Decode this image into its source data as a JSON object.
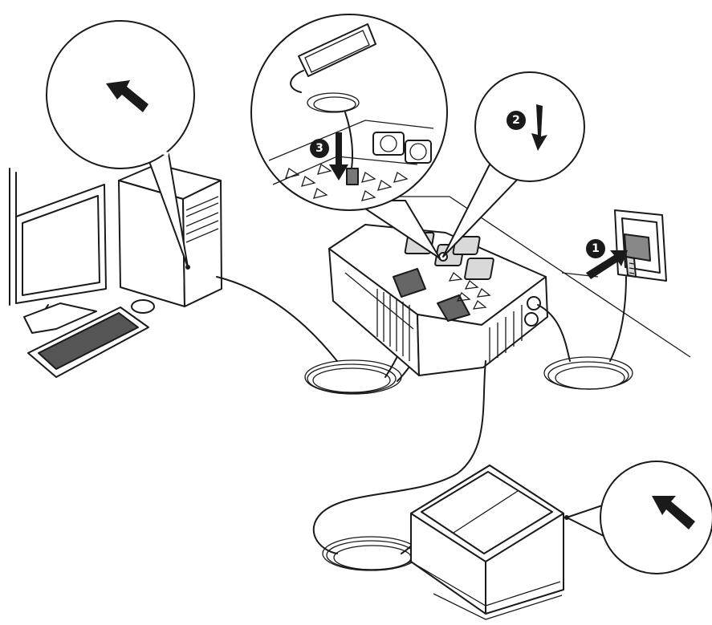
{
  "steps": [
    {
      "number": "1",
      "label": "plug-into-wall"
    },
    {
      "number": "2",
      "label": "press-power-button"
    },
    {
      "number": "3",
      "label": "connect-usb-charging"
    }
  ],
  "colors": {
    "line": "#1a1a1a",
    "background": "#ffffff",
    "shade": "#d9d9d9"
  },
  "icons": [
    "arrow-icon",
    "power-plug-icon",
    "usb-plug-icon",
    "smartphone-icon",
    "socket-icon"
  ]
}
